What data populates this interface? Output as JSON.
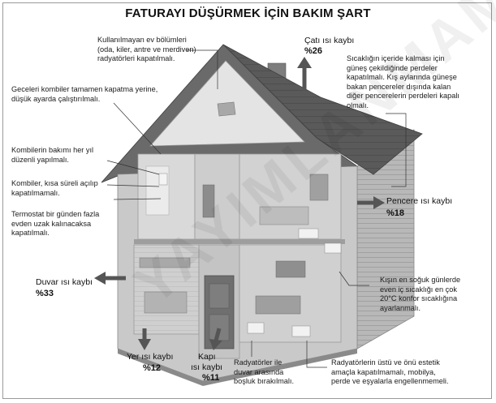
{
  "title": "FATURAYI DÜŞÜRMEK İÇİN BAKIM ŞART",
  "notes": {
    "unused_rooms": [
      "Kullanılmayan ev bölümleri",
      "(oda, kiler, antre ve merdiven)",
      "radyatörleri kapatılmalı."
    ],
    "night_boiler": [
      "Geceleri kombiler tamamen kapatma yerine,",
      "düşük ayarda çalıştırılmalı."
    ],
    "boiler_maintenance": [
      "Kombilerin bakımı her yıl",
      "düzenli yapılmalı."
    ],
    "boiler_short": [
      "Kombiler, kısa süreli açılıp",
      "kapatılmamalı."
    ],
    "thermostat": [
      "Termostat bir günden fazla",
      "evden uzak kalınacaksa",
      "kapatılmalı."
    ],
    "curtains": [
      "Sıcaklığın içeride kalması için",
      "güneş çekildiğinde perdeler",
      "kapatılmalı. Kış aylarında güneşe",
      "bakan pencereler dışında kalan",
      "diğer pencerelerin perdeleri kapalı",
      "olmalı."
    ],
    "comfort_temp": [
      "Kışın en soğuk günlerde",
      "even iç sıcaklığı en çok",
      "20°C konfor sıcaklığına",
      "ayarlanmalı."
    ],
    "radiator_gap": [
      "Radyatörler ile",
      "duvar arasında",
      "boşluk bırakılmalı."
    ],
    "radiator_cover": [
      "Radyatörlerin üstü ve önü estetik",
      "amaçla kapatılmamalı, mobilya,",
      "perde ve eşyalarla engellenmemeli."
    ]
  },
  "losses": {
    "roof": {
      "label": "Çatı ısı kaybı",
      "pct": "%26"
    },
    "window": {
      "label": "Pencere ısı kaybı",
      "pct": "%18"
    },
    "wall": {
      "label": "Duvar ısı kaybı",
      "pct": "%33"
    },
    "floor": {
      "label": "Yer ısı kaybı",
      "pct": "%12"
    },
    "door": {
      "label_line1": "Kapı",
      "label_line2": "ısı kaybı",
      "pct": "%11"
    }
  },
  "watermark": "YAYIMLANMAMIŞ",
  "colors": {
    "roof": "#5c5c5c",
    "wall_light": "#bdbdbd",
    "wall_dark": "#9c9c9c",
    "interior": "#d6d6d6",
    "arrow": "#555555"
  }
}
